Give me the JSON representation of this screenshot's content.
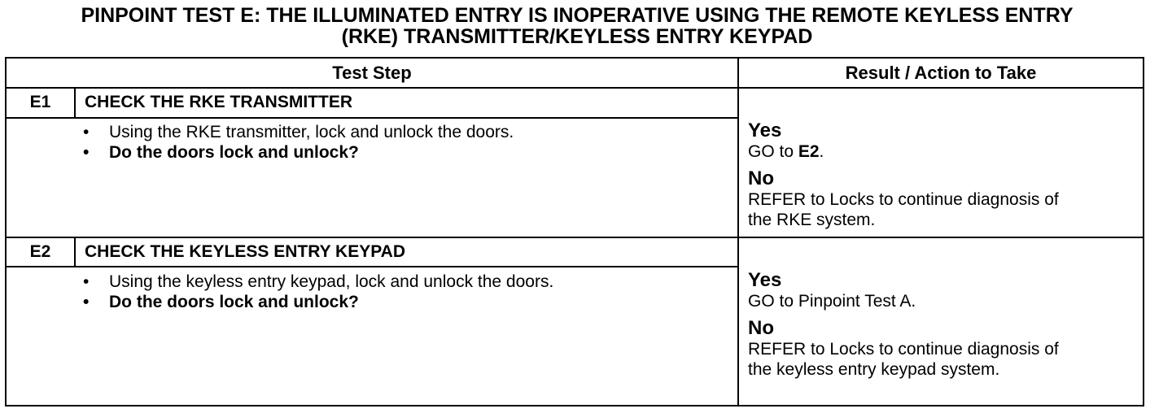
{
  "title": {
    "line1": "PINPOINT TEST  E: THE ILLUMINATED ENTRY IS INOPERATIVE USING THE REMOTE KEYLESS ENTRY",
    "line2": "(RKE) TRANSMITTER/KEYLESS ENTRY KEYPAD"
  },
  "table": {
    "header_test_step": "Test Step",
    "header_result": "Result / Action to Take",
    "steps": [
      {
        "id": "E1",
        "title": "CHECK THE RKE TRANSMITTER",
        "bullet_char": "•",
        "bullets": [
          "Using the RKE transmitter, lock and unlock the doors.",
          "Do the doors lock and unlock?"
        ],
        "yes_label": "Yes",
        "yes_prefix": "GO to ",
        "yes_target": "E2",
        "yes_suffix": ".",
        "no_label": "No",
        "no_line1": "REFER to Locks  to continue diagnosis of",
        "no_line2": "the RKE system."
      },
      {
        "id": "E2",
        "title": "CHECK THE KEYLESS ENTRY KEYPAD",
        "bullet_char": "•",
        "bullets": [
          "Using the keyless entry keypad, lock and unlock the doors.",
          "Do the doors lock and unlock?"
        ],
        "yes_label": "Yes",
        "yes_text": "GO to Pinpoint Test A.",
        "no_label": "No",
        "no_line1": "REFER to Locks to continue diagnosis of",
        "no_line2": "the keyless entry keypad system."
      }
    ]
  }
}
